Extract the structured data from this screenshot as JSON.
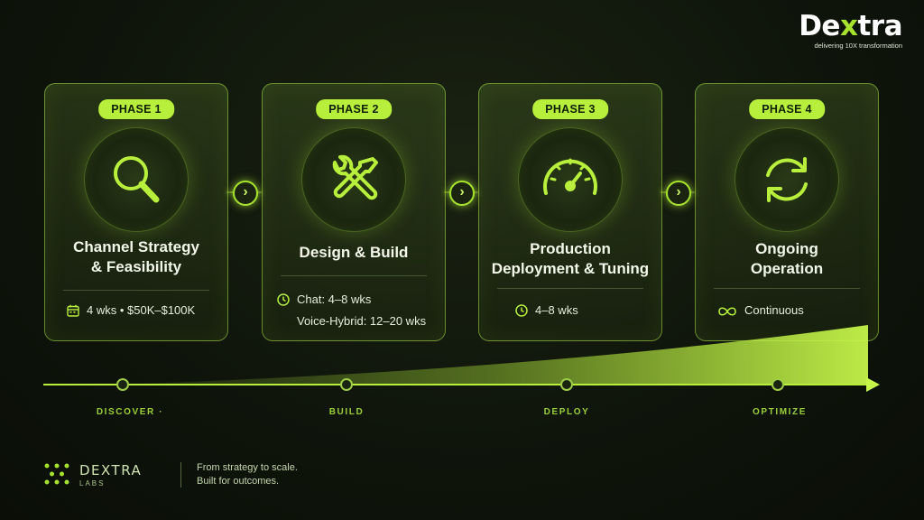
{
  "brand": {
    "name_main": "De",
    "name_x": "x",
    "name_end": "tra",
    "tagline": "delivering 10X transformation"
  },
  "phases": [
    {
      "pill": "PHASE 1",
      "title_line1": "Channel Strategy",
      "title_line2": "& Feasibility",
      "icon": "magnifier-icon",
      "meta": [
        {
          "icon": "calendar-icon",
          "text": "4 wks • $50K–$100K"
        }
      ]
    },
    {
      "pill": "PHASE 2",
      "title_line1": "Design & Build",
      "icon": "tools-icon",
      "meta": [
        {
          "icon": "clock-icon",
          "text": "Chat: 4–8 wks"
        },
        {
          "icon": "",
          "text": "Voice-Hybrid: 12–20 wks"
        }
      ]
    },
    {
      "pill": "PHASE 3",
      "title_line1": "Production",
      "title_line2": "Deployment & Tuning",
      "icon": "gauge-icon",
      "meta": [
        {
          "icon": "clock-icon",
          "text": "4–8 wks"
        }
      ]
    },
    {
      "pill": "PHASE 4",
      "title_line1": "Ongoing",
      "title_line2": "Operation",
      "icon": "refresh-icon",
      "meta": [
        {
          "icon": "infinity-icon",
          "text": "Continuous"
        }
      ]
    }
  ],
  "connector_icon": "chevron-right-icon",
  "connector_glyph": "›",
  "timeline": {
    "stages": [
      "DISCOVER ·",
      "BUILD",
      "DEPLOY",
      "OPTIMIZE"
    ]
  },
  "footer": {
    "logo_icon": "dextra-dots-icon",
    "name": "DEXTRA",
    "sub": "LABS",
    "tagline_line1": "From strategy to scale.",
    "tagline_line2": "Built for outcomes."
  },
  "colors": {
    "accent": "#b7ef3c",
    "background": "#0f150b",
    "text": "#e9f2dc"
  }
}
